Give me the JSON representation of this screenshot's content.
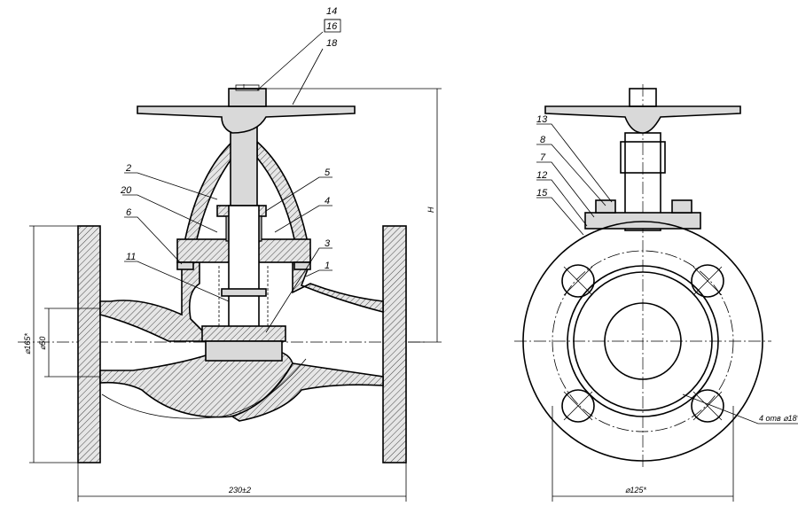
{
  "drawing": {
    "part_labels": [
      "14",
      "16",
      "18",
      "2",
      "20",
      "6",
      "11",
      "5",
      "4",
      "3",
      "1",
      "13",
      "8",
      "7",
      "12",
      "15"
    ],
    "dimensions": {
      "flange_diameter": "⌀165*",
      "bore_diameter": "⌀50",
      "length": "230±2",
      "height": "H",
      "bolt_circle": "⌀125*",
      "bolt_holes": "4 отв ⌀18*"
    }
  }
}
